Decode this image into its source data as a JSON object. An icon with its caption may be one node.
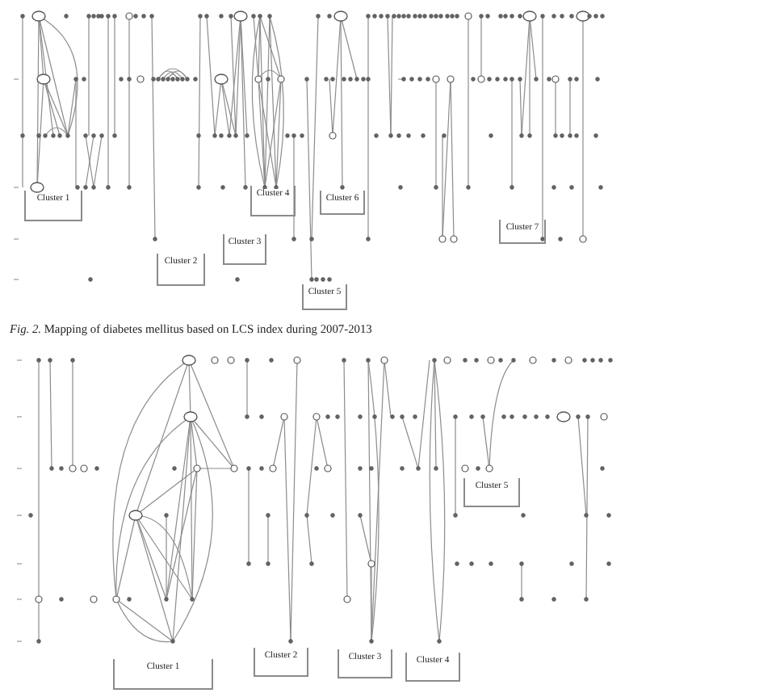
{
  "diagram": {
    "caption": "*Fig. 2.* Mapping of diabetes mellitus based on LCS index during 2007-2013",
    "nodes": [
      {
        "text": [
          "Cluster 1"
        ]
      },
      {
        "text": [
          "Cluster 4"
        ]
      },
      {
        "text": [
          "Cluster 6"
        ]
      },
      {
        "text": [
          "Cluster 7"
        ]
      },
      {
        "text": [
          "Cluster 3"
        ]
      },
      {
        "text": [
          "Cluster 2"
        ]
      },
      {
        "text": [
          "Cluster 5"
        ]
      },
      {
        "text": [
          "Cluster 5"
        ]
      },
      {
        "text": [
          "Cluster 1"
        ]
      },
      {
        "text": [
          "Cluster 2"
        ]
      },
      {
        "text": [
          "Cluster 3"
        ]
      },
      {
        "text": [
          "Cluster 4"
        ]
      }
    ]
  }
}
